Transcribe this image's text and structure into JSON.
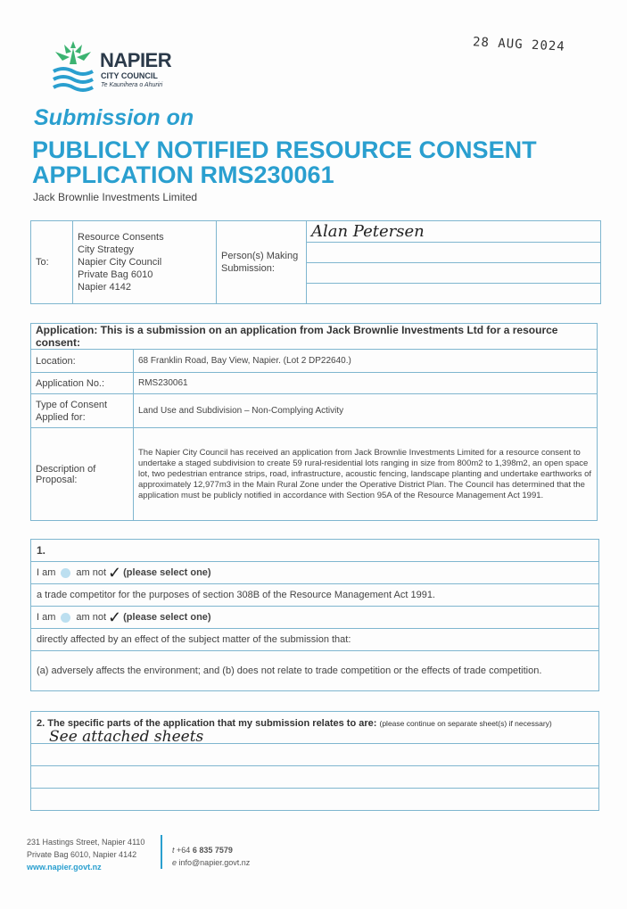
{
  "header": {
    "logo_name": "NAPIER",
    "logo_sub": "CITY COUNCIL",
    "logo_maori": "Te Kaunihera o Ahuriri",
    "received_stamp": "28 AUG 2024",
    "submission_on": "Submission on",
    "main_title": "PUBLICLY NOTIFIED RESOURCE CONSENT APPLICATION RMS230061",
    "applicant": "Jack Brownlie Investments Limited"
  },
  "to_section": {
    "to_label": "To:",
    "address_lines": [
      "Resource Consents",
      "City Strategy",
      "Napier City Council",
      "Private Bag 6010",
      "Napier 4142"
    ],
    "persons_label": "Person(s) Making Submission:",
    "submitter_name": "Alan Petersen"
  },
  "application": {
    "heading_bold": "Application:",
    "heading_text": "This is a submission on an application from Jack Brownlie Investments Ltd for a resource consent:",
    "rows": [
      {
        "label": "Location:",
        "value": "68 Franklin Road, Bay View, Napier. (Lot 2 DP22640.)"
      },
      {
        "label": "Application No.:",
        "value": "RMS230061"
      },
      {
        "label": "Type of Consent Applied for:",
        "value": "Land Use and Subdivision – Non-Complying Activity"
      },
      {
        "label": "Description of Proposal:",
        "value": "The Napier City Council has received an application from Jack Brownlie Investments Limited for a resource consent to undertake a staged subdivision to create 59 rural-residential lots ranging in size from 800m2 to 1,398m2, an open space lot, two pedestrian entrance strips, road, infrastructure, acoustic fencing, landscape planting and undertake earthworks of approximately 12,977m3 in the Main Rural Zone under the Operative District Plan. The Council has determined that the application must be publicly notified in accordance with Section 95A of the Resource Management Act 1991."
      }
    ]
  },
  "section1": {
    "number": "1.",
    "i_am": "I am",
    "am_not": "am not",
    "tick": "✓",
    "select_hint": "(please select one)",
    "trade_competitor_text": "a trade competitor for the purposes of section 308B of the Resource Management Act 1991.",
    "directly_affected_text": "directly affected by an effect of the subject matter of the submission that:",
    "conditions_text": "(a) adversely affects the environment; and (b) does not relate to trade competition or the effects of trade competition."
  },
  "section2": {
    "heading_bold": "2. The specific parts of the application that my submission relates to are:",
    "heading_hint": "(please continue on separate sheet(s) if necessary)",
    "handwritten": "See attached sheets"
  },
  "footer": {
    "address1": "231 Hastings Street, Napier 4110",
    "address2": "Private Bag 6010, Napier 4142",
    "website": "www.napier.govt.nz",
    "phone_prefix": "t",
    "phone_code": "+64",
    "phone_number": "6 835 7579",
    "email_prefix": "e",
    "email": "info@napier.govt.nz"
  }
}
